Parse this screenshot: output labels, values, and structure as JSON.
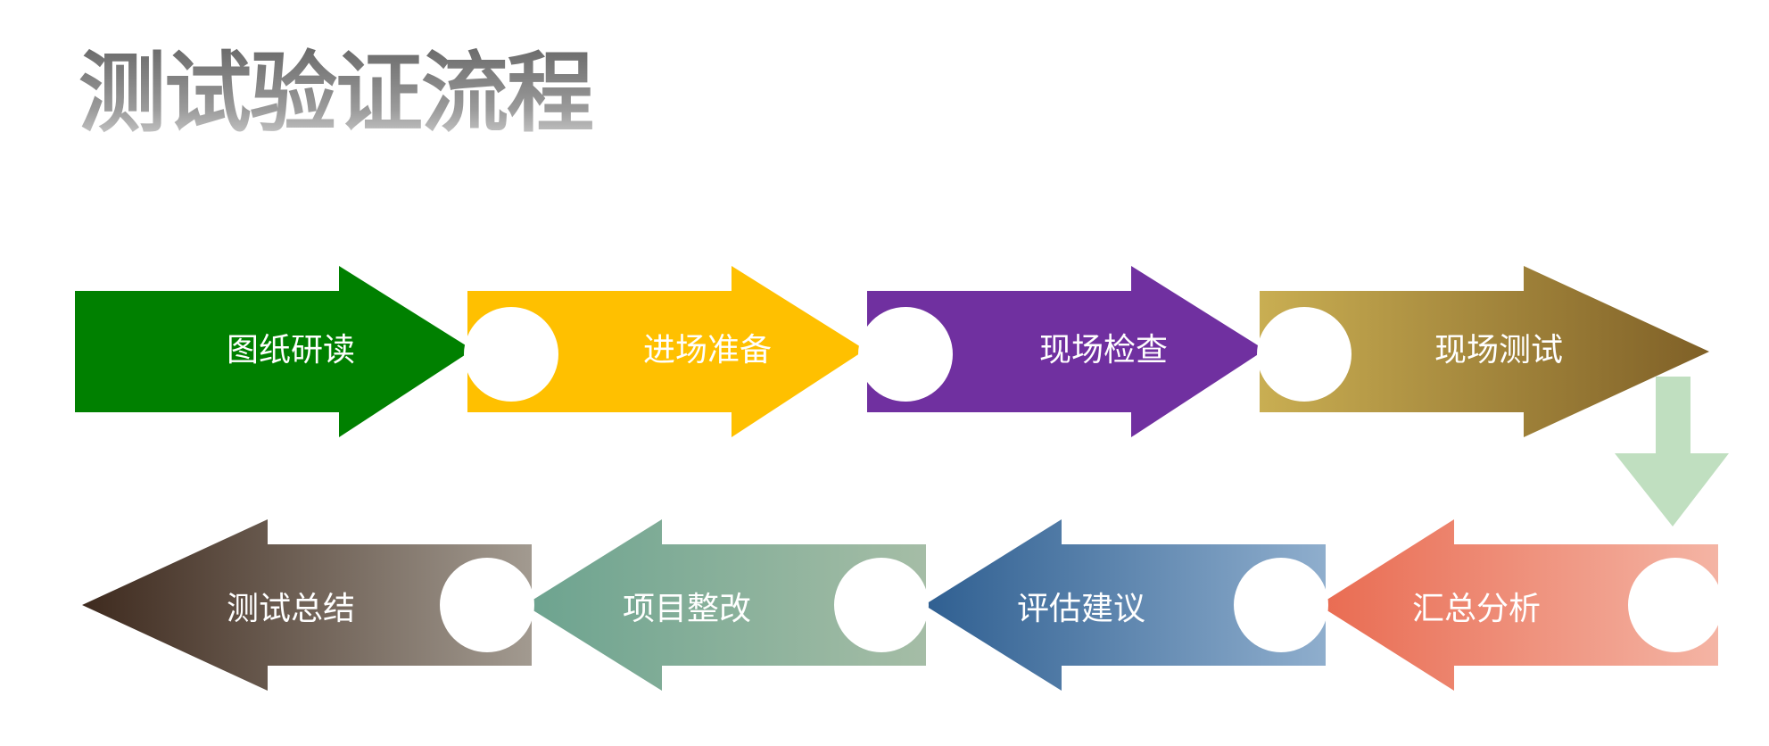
{
  "title": "测试验证流程",
  "flow": {
    "top_row": [
      {
        "label": "图纸研读",
        "color": "#008000"
      },
      {
        "label": "进场准备",
        "color": "#FFC000"
      },
      {
        "label": "现场检查",
        "color": "#7030A0"
      },
      {
        "label": "现场测试",
        "gradient": [
          "#C9AE52",
          "#7F6027"
        ]
      }
    ],
    "bottom_row": [
      {
        "label": "汇总分析",
        "gradient": [
          "#E96B51",
          "#F4B4A4"
        ]
      },
      {
        "label": "评估建议",
        "gradient": [
          "#2F5F91",
          "#8FAECD"
        ]
      },
      {
        "label": "项目整改",
        "gradient": [
          "#6CA38F",
          "#A5BDA6"
        ]
      },
      {
        "label": "测试总结",
        "gradient": [
          "#3E2A1E",
          "#A29A90"
        ]
      }
    ],
    "connector_color": "#C0DFC0"
  }
}
